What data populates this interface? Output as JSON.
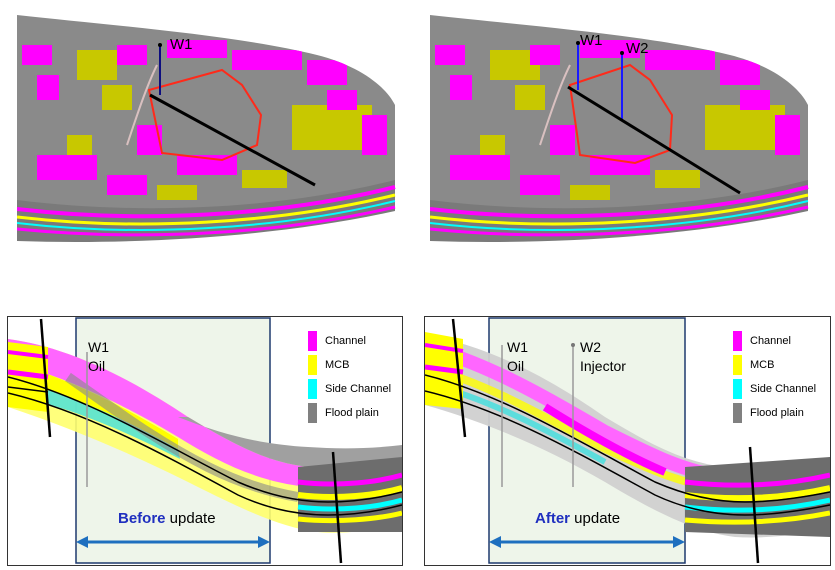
{
  "top_left": {
    "wells": [
      "W1"
    ]
  },
  "top_right": {
    "wells": [
      "W1",
      "W2"
    ]
  },
  "bottom_left": {
    "wells": [
      {
        "name": "W1",
        "type": "Oil"
      }
    ],
    "update_bold": "Before",
    "update_rest": " update"
  },
  "bottom_right": {
    "wells": [
      {
        "name": "W1",
        "type": "Oil"
      },
      {
        "name": "W2",
        "type": "Injector"
      }
    ],
    "update_bold": "After",
    "update_rest": " update"
  },
  "legend": [
    {
      "label": "Channel",
      "color": "#ff00ff"
    },
    {
      "label": "MCB",
      "color": "#ffff00"
    },
    {
      "label": "Side Channel",
      "color": "#00ffff"
    },
    {
      "label": "Flood plain",
      "color": "#808080"
    }
  ],
  "colors": {
    "channel": "#ff00ff",
    "mcb": "#ffff00",
    "side_channel": "#00ffff",
    "flood_plain": "#808080",
    "window_fill": "#eef5ea",
    "window_border": "#1f3a6e",
    "arrow": "#1e6fbf",
    "fault": "#000000",
    "boundary": "#ff2a1a",
    "well_stick": "#1a1aff"
  }
}
